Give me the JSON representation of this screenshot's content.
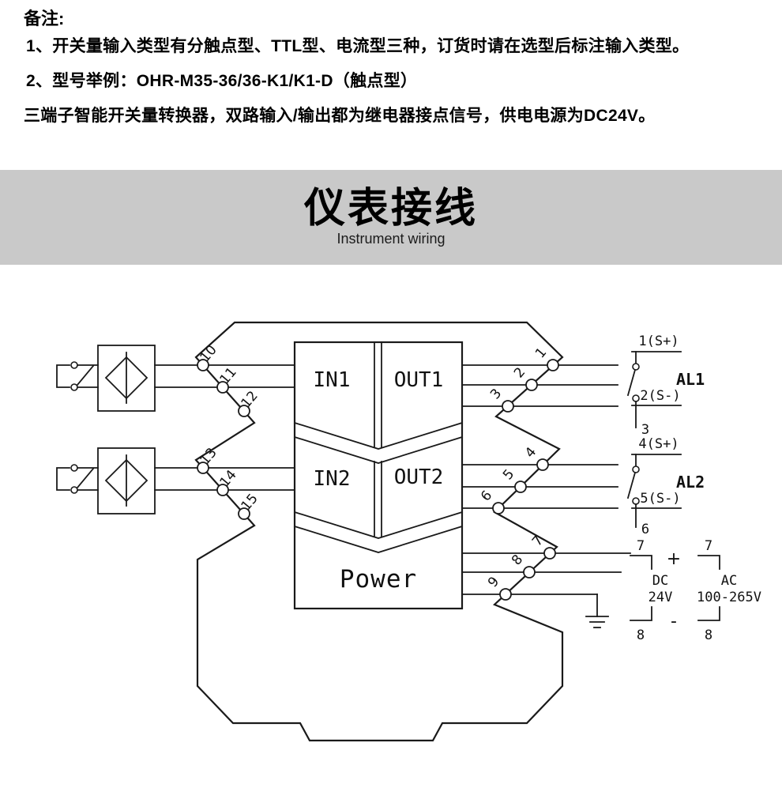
{
  "notes": {
    "heading": "备注:",
    "line1": "1、开关量输入类型有分触点型、TTL型、电流型三种，订货时请在选型后标注输入类型。",
    "line2": "2、型号举例：OHR-M35-36/36-K1/K1-D（触点型）",
    "line3": "三端子智能开关量转换器，双路输入/输出都为继电器接点信号，供电电源为DC24V。"
  },
  "banner": {
    "title": "仪表接线",
    "subtitle": "Instrument wiring",
    "background_color": "#c9c9c9"
  },
  "diagram": {
    "line_color": "#1a1a1a",
    "module": {
      "in1": "IN1",
      "out1": "OUT1",
      "in2": "IN2",
      "out2": "OUT2",
      "power": "Power"
    },
    "terminals_left": [
      "10",
      "11",
      "12",
      "13",
      "14",
      "15"
    ],
    "terminals_right": [
      "1",
      "2",
      "3",
      "4",
      "5",
      "6",
      "7",
      "8",
      "9"
    ],
    "alarm1": {
      "top_label": "1(S+)",
      "bottom_label": "2(S-)",
      "name": "AL1",
      "spare_terminal": "3"
    },
    "alarm2": {
      "top_label": "4(S+)",
      "bottom_label": "5(S-)",
      "name": "AL2",
      "spare_terminal": "6"
    },
    "power_supply": {
      "dc_top": "7",
      "plus": "+",
      "dc_label": "DC",
      "dc_value": "24V",
      "minus": "-",
      "dc_bottom": "8",
      "ac_top": "7",
      "ac_label": "AC",
      "ac_value": "100-265V",
      "ac_bottom": "8"
    }
  }
}
